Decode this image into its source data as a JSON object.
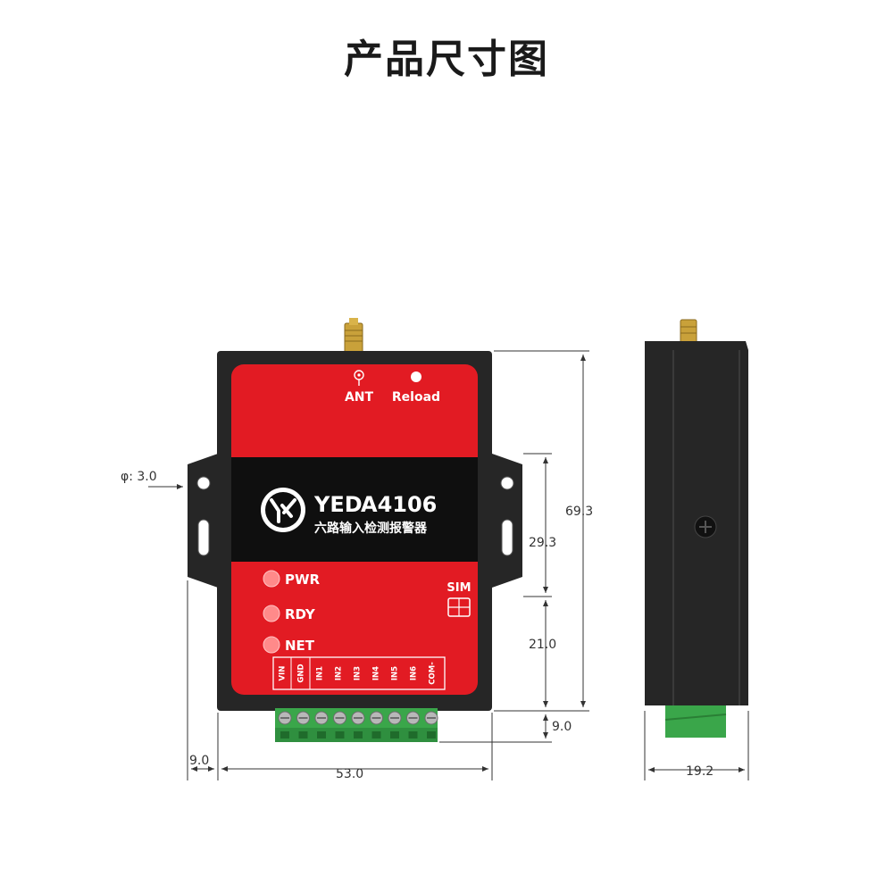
{
  "title": "产品尺寸图",
  "colors": {
    "housing": "#262626",
    "panel_red": "#e21b23",
    "terminal_green": "#3aa64a",
    "brass": "#c9a13a"
  },
  "device": {
    "brand_prefix": "YED",
    "model": "A4106",
    "subtitle": "六路输入检测报警器",
    "ant_label": "ANT",
    "reload_label": "Reload",
    "sim_label": "SIM",
    "leds": [
      "PWR",
      "RDY",
      "NET"
    ],
    "terminals": [
      "VIN",
      "GND",
      "IN1",
      "IN2",
      "IN3",
      "IN4",
      "IN5",
      "IN6",
      "COM-"
    ]
  },
  "dimensions": {
    "hole": "φ: 3.0",
    "height_total": "69.3",
    "mount_span": "29.3",
    "lower_span": "21.0",
    "terminal_depth": "9.0",
    "ear_width": "9.0",
    "body_width": "53.0",
    "side_depth": "19.2"
  }
}
